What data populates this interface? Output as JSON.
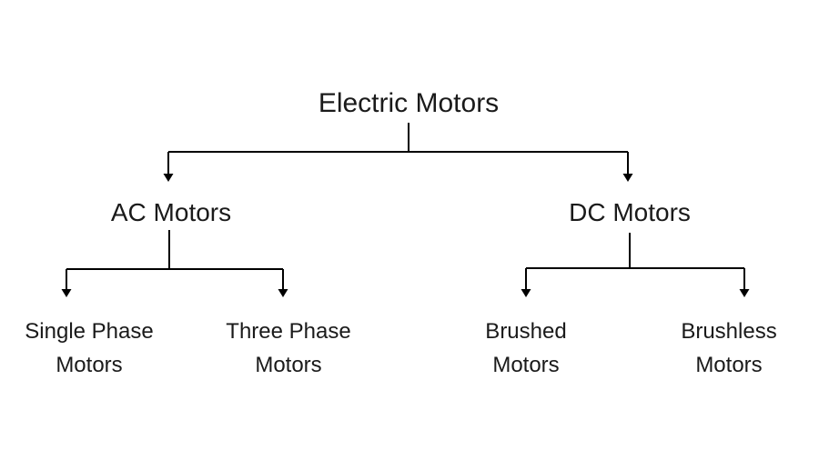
{
  "diagram": {
    "colors": {
      "line": "#000000",
      "text": "#1a1a1a",
      "background": "#ffffff"
    },
    "root": {
      "label": "Electric Motors"
    },
    "branches": [
      {
        "label": "AC Motors",
        "children": [
          {
            "label": "Single Phase\nMotors"
          },
          {
            "label": "Three Phase\nMotors"
          }
        ]
      },
      {
        "label": "DC Motors",
        "children": [
          {
            "label": "Brushed\nMotors"
          },
          {
            "label": "Brushless\nMotors"
          }
        ]
      }
    ]
  }
}
